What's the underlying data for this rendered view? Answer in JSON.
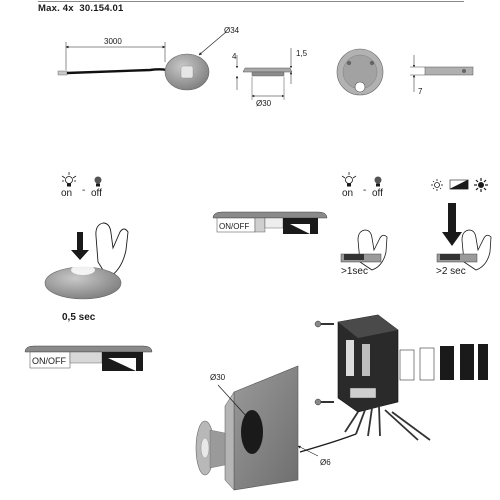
{
  "header": {
    "qty": "Max. 4x",
    "article": "30.154.01"
  },
  "dimensions": {
    "cable_length": "3000",
    "outer_diameter": "Ø34",
    "height": "4",
    "edge": "1,5",
    "base_diameter": "Ø30",
    "depth": "7",
    "cutout_diameter": "Ø30",
    "cable_hole": "Ø6"
  },
  "operation": {
    "state_on": "on",
    "separator": "-",
    "state_off": "off",
    "short_press": "0,5 sec",
    "press_1": ">1sec",
    "press_2": ">2 sec"
  },
  "labels": {
    "switch_label": "ON/OFF"
  },
  "icon_names": [
    "bulb-on-icon",
    "bulb-off-icon",
    "sun-dim-icon",
    "dimming-wedge-icon",
    "sun-bright-icon",
    "press-arrow-icon",
    "finger-icon"
  ]
}
